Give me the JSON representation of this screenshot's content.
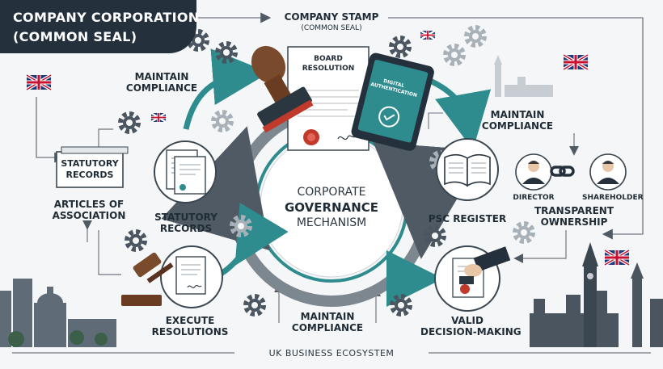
{
  "title": {
    "line1": "COMPANY CORPORATIОN",
    "line2": "(COMMON SEAL)"
  },
  "top_label": {
    "line1": "COMPANY STAMP",
    "line2": "(COMMON SEAL)"
  },
  "board_resolution": {
    "line1": "BOARD",
    "line2": "RESOLUTION"
  },
  "tablet": {
    "line1": "DIGITAL",
    "line2": "AUTHENTICATION"
  },
  "center": {
    "line1": "CORPORATE",
    "line2": "GOVERNANCE",
    "line3": "MECHANISM"
  },
  "labels": {
    "maintain_tl_1": "MAINTAIN",
    "maintain_tl_2": "COMPLIANCE",
    "maintain_r_1": "MAINTAIN",
    "maintain_r_2": "COMPLIANCE",
    "maintain_b_1": "MAINTAIN",
    "maintain_b_2": "COMPLIANCE",
    "statutory_box_1": "STATUTORY",
    "statutory_box_2": "RECORDS",
    "articles_1": "ARTICLES OF",
    "articles_2": "ASSOCIATION",
    "statutory_1": "STATUTORY",
    "statutory_2": "RECORDS",
    "execute_1": "EXECUTE",
    "execute_2": "RESOLUTIONS",
    "psc": "PSC REGISTER",
    "director": "DIRECTOR",
    "shareholder": "SHAREHOLDER",
    "transparent_1": "TRANSPARENT",
    "transparent_2": "OWNERSHIP",
    "valid_1": "VALID",
    "valid_2": "DECISION-MAKING",
    "ecosystem": "UK BUSINESS ECOSYSTEM"
  },
  "colors": {
    "navy": "#24303c",
    "teal": "#2e8b8e",
    "seal_red": "#c0392b",
    "wood": "#7a4a2c",
    "grey_ring": "#7d8790"
  },
  "icons": [
    "gear-icon",
    "uk-flag-icon",
    "stamp-icon",
    "tablet-icon",
    "book-icon",
    "gavel-icon",
    "chain-link-icon",
    "person-icon",
    "big-ben-icon"
  ]
}
